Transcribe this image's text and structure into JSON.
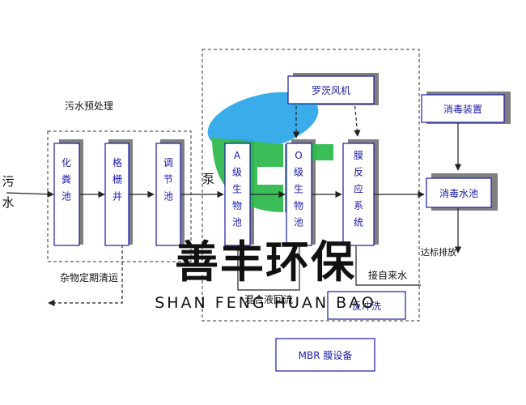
{
  "inflow_label": "污\n水",
  "sections": {
    "pretreatment": "污水预处理",
    "membrane_equipment": "MBR 膜设备"
  },
  "units": {
    "septic_tank": "化粪池",
    "grille_well": "格栅井",
    "regulating_tank": "调节池",
    "a_tank": "A级生物池",
    "o_tank": "O级生物池",
    "membrane_reactor": "膜反应系统",
    "roots_blower": "罗茨风机",
    "disinfection_device": "消毒装置",
    "disinfection_tank": "消毒水池",
    "backwash": "反冲洗"
  },
  "labels": {
    "pump": "泵",
    "sludge_cleaning": "杂物定期清运",
    "mixed_reflux": "混合液回流",
    "tap_water": "接自来水",
    "discharge": "达标排放"
  },
  "watermark": {
    "name": "善丰环保",
    "pinyin": "SHAN FENG HUAN BAO"
  },
  "colors": {
    "box_border": "#1a1aa8",
    "box_text": "#1a1aa8",
    "shadow": "#7f7f7f",
    "logo_blue": "#2aa6e8",
    "logo_green": "#2bb84a",
    "watermark": "#111111"
  }
}
